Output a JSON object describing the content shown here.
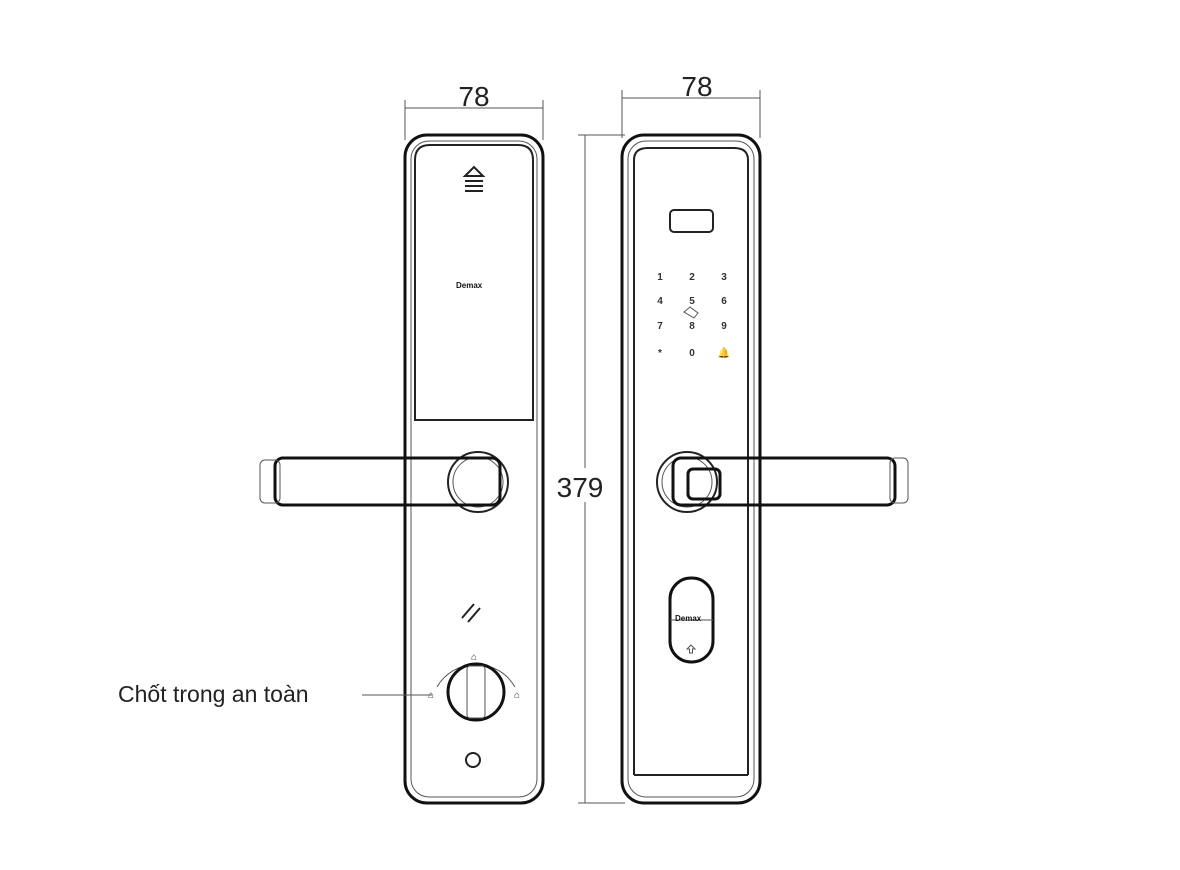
{
  "dimensions": {
    "width_left": "78",
    "width_right": "78",
    "height": "379"
  },
  "label": {
    "safety_latch": "Chốt trong an toàn"
  },
  "brand": {
    "logo_text": "Demax"
  },
  "keypad": {
    "keys": [
      "1",
      "2",
      "3",
      "4",
      "5",
      "6",
      "7",
      "8",
      "9",
      "*",
      "0",
      "🔔"
    ]
  },
  "colors": {
    "line": "#222222",
    "background": "#ffffff"
  }
}
